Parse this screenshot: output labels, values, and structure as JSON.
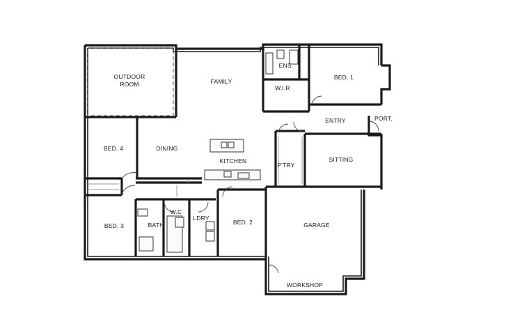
{
  "floorplan": {
    "rooms": {
      "outdoor_room_line1": "OUTDOOR",
      "outdoor_room_line2": "ROOM",
      "family": "FAMILY",
      "ens": "ENS.",
      "wir": "W.I.R",
      "bed1": "BED. 1",
      "entry": "ENTRY",
      "port": "PORT.",
      "bed4": "BED. 4",
      "dining": "DINING",
      "kitchen": "KITCHEN",
      "ptry": "P'TRY",
      "sitting": "SITTING",
      "bed3": "BED. 3",
      "bath": "BATH",
      "wc": "W.C",
      "ldry": "LDRY",
      "bed2": "BED. 2",
      "garage": "GARAGE",
      "workshop": "WORKSHOP"
    }
  }
}
